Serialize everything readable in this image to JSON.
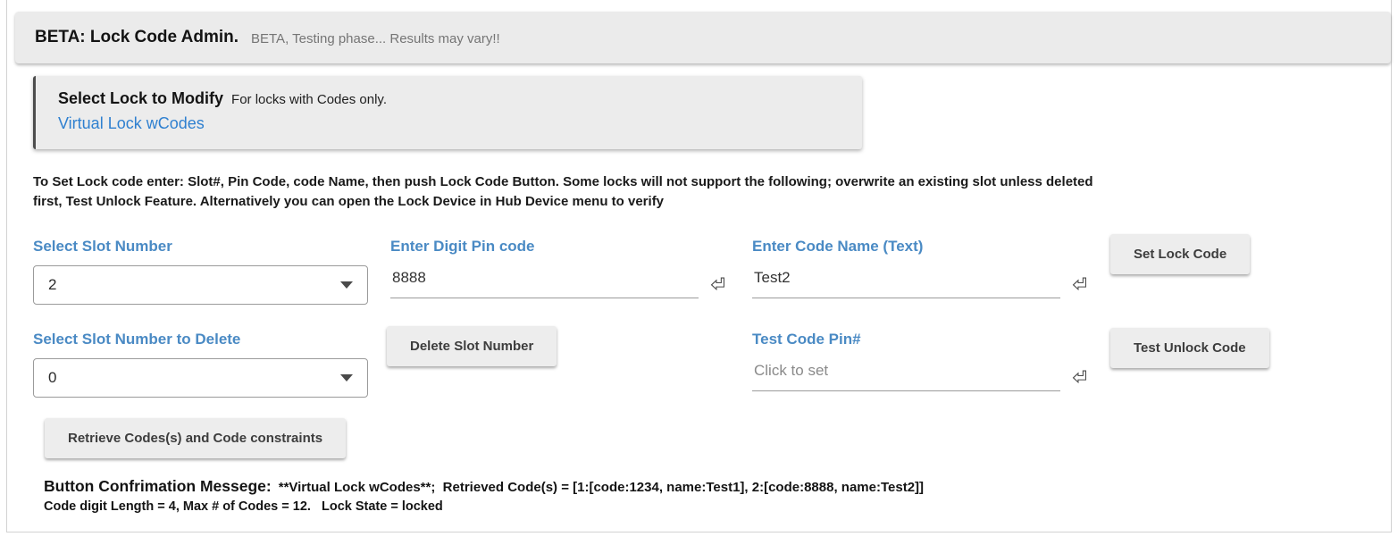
{
  "header": {
    "title": "BETA: Lock Code Admin.",
    "subtitle": "BETA, Testing phase... Results may vary!!"
  },
  "lock_select": {
    "title": "Select Lock to Modify",
    "hint": "For locks with Codes only.",
    "selected_lock": "Virtual Lock wCodes"
  },
  "instructions": "To Set Lock code enter: Slot#, Pin Code, code Name, then push Lock Code Button. Some locks will not support the following; overwrite an existing slot unless deleted first, Test Unlock Feature. Alternatively you can open the Lock Device in Hub Device menu to verify",
  "slot_select": {
    "label": "Select Slot Number",
    "value": "2"
  },
  "pin_input": {
    "label": "Enter Digit Pin code",
    "value": "8888"
  },
  "name_input": {
    "label": "Enter Code Name (Text)",
    "value": "Test2"
  },
  "set_button": {
    "label": "Set Lock Code"
  },
  "delete_slot_select": {
    "label": "Select Slot Number to Delete",
    "value": "0"
  },
  "delete_button": {
    "label": "Delete Slot Number"
  },
  "test_pin_input": {
    "label": "Test Code Pin#",
    "placeholder": "Click to set"
  },
  "test_button": {
    "label": "Test Unlock Code"
  },
  "retrieve_button": {
    "label": "Retrieve Codes(s) and Code constraints"
  },
  "confirmation": {
    "title": "Button Confrimation Messege:",
    "line1": "**Virtual Lock wCodes**;  Retrieved Code(s) = [1:[code:1234, name:Test1], 2:[code:8888, name:Test2]]",
    "line2": "Code digit Length = 4, Max # of Codes = 12.   Lock State = locked"
  },
  "colors": {
    "label_blue": "#4a8ac4",
    "link_blue": "#2f80d0",
    "panel_gray": "#ebebeb",
    "button_gray": "#ededed"
  }
}
